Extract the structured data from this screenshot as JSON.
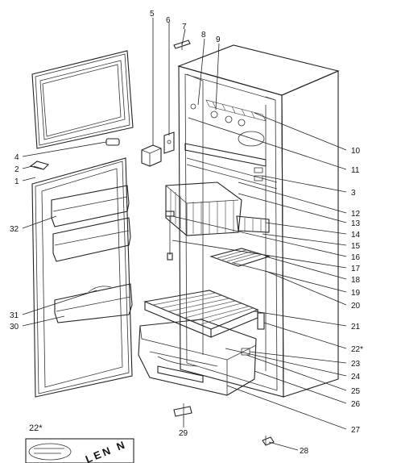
{
  "diagram": {
    "part_numbers": [
      "1",
      "2",
      "3",
      "4",
      "5",
      "6",
      "7",
      "8",
      "9",
      "10",
      "11",
      "12",
      "13",
      "14",
      "15",
      "16",
      "17",
      "18",
      "19",
      "20",
      "21",
      "22*",
      "23",
      "24",
      "25",
      "26",
      "27",
      "28",
      "29",
      "30",
      "31",
      "32"
    ],
    "note_label": "22*",
    "label_sheet_text": "LEN N"
  }
}
